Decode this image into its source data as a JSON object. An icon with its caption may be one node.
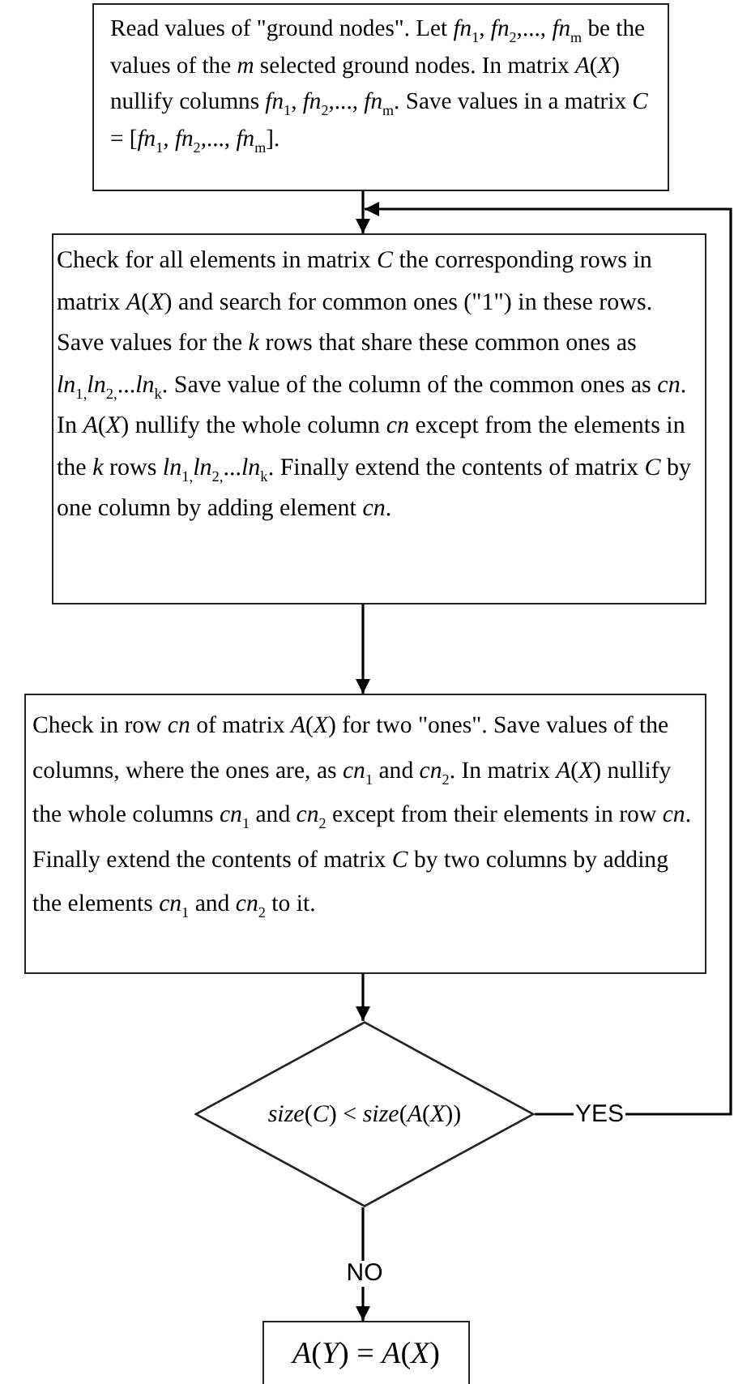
{
  "diagram": {
    "nodes": [
      {
        "text": [
          "Read values of \"ground nodes\". Let *fn*$_{1}$, *fn*$_{2}$,..., *fn*$_{m}$ be the values of the *m* selected ground nodes. In matrix *A*(*X*) nullify columns *fn*$_{1}$, *fn*$_{2}$,..., *fn*$_{m}$. Save values in a matrix *C* = [*fn*$_{1}$, *fn*$_{2}$,..., *fn*$_{m}$]."
        ]
      },
      {
        "text": [
          "Check for all elements in matrix *C* the corresponding rows in matrix *A*(*X*) and search for common ones (\"1\") in these rows. Save values for the *k* rows that share these common ones as *ln*$_{1,}$*ln*$_{2,}$...*ln*$_{k}$. Save value of the column of the common ones as *cn*. In *A*(*X*) nullify the whole column *cn* except from the elements in the *k* rows *ln*$_{1,}$*ln*$_{2,}$...*ln*$_{k}$. Finally extend the contents of matrix *C* by one column by adding element *cn*."
        ]
      },
      {
        "text": [
          "Check in row *cn* of matrix *A*(*X*) for two \"ones\". Save values of the columns, where the ones are, as *cn*$_{1}$ and *cn*$_{2}$. In matrix *A*(*X*) nullify the whole columns *cn*$_{1}$ and *cn*$_{2}$ except from their elements in row *cn*. Finally extend the contents of matrix *C* by two columns by adding the elements *cn*$_{1}$ and *cn*$_{2}$ to it."
        ]
      },
      {
        "text": [
          "*size*(*C*) < *size*(*A*(*X*))"
        ]
      },
      {
        "text": [
          "*A*(*Y*) = *A*(*X*)"
        ]
      }
    ],
    "edges": [
      {
        "from": 0,
        "to": 1,
        "arrow": "to"
      },
      {
        "from": 1,
        "to": 2,
        "arrow": "to"
      },
      {
        "from": 2,
        "to": 3,
        "arrow": "to"
      },
      {
        "from": 3,
        "to": 4,
        "arrow": "to",
        "label": "NO"
      },
      {
        "from": 3,
        "to": 1,
        "arrow": "to",
        "label": "YES"
      }
    ]
  }
}
